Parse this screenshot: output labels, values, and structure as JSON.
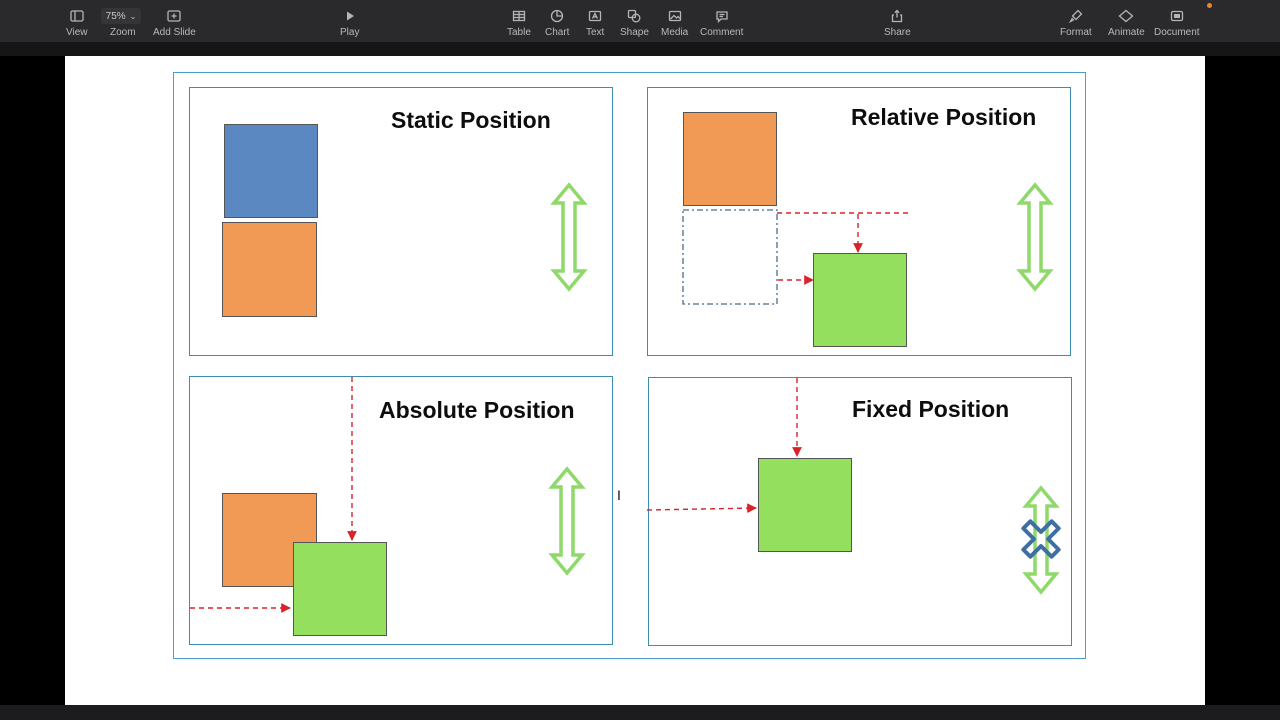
{
  "toolbar": {
    "view_label": "View",
    "zoom_label": "Zoom",
    "zoom_value": "75%",
    "add_slide_label": "Add Slide",
    "play_label": "Play",
    "table_label": "Table",
    "chart_label": "Chart",
    "text_label": "Text",
    "shape_label": "Shape",
    "media_label": "Media",
    "comment_label": "Comment",
    "share_label": "Share",
    "format_label": "Format",
    "animate_label": "Animate",
    "document_label": "Document"
  },
  "slide": {
    "panels": {
      "static_title": "Static Position",
      "relative_title": "Relative Position",
      "absolute_title": "Absolute Position",
      "fixed_title": "Fixed Position"
    }
  },
  "colors": {
    "blue": "#5b88c0",
    "orange": "#f19a56",
    "green": "#94df5d",
    "arrow_red": "#d9232a",
    "border_teal": "#3d8db3",
    "double_arrow_green": "#8fd96a",
    "cross_blue": "#3f6ea3"
  }
}
